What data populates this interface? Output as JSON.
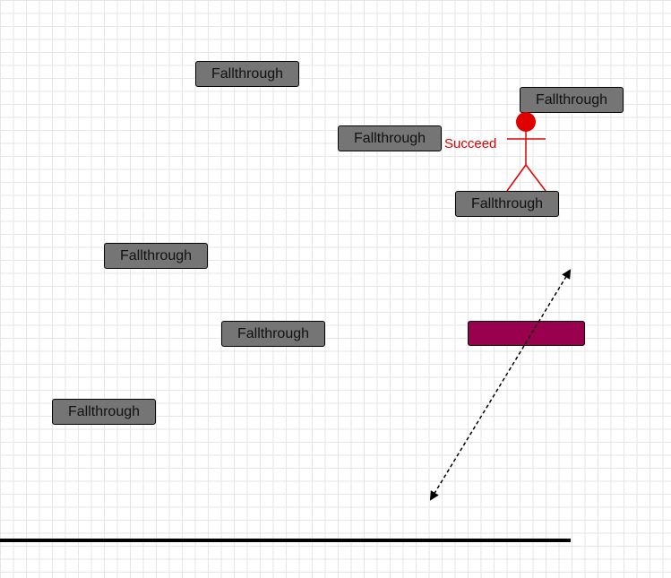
{
  "diagram": {
    "box_fill": "#757575",
    "boxes": [
      {
        "label": "Fallthrough"
      },
      {
        "label": "Fallthrough"
      },
      {
        "label": "Fallthrough"
      },
      {
        "label": "Fallthrough"
      },
      {
        "label": "Fallthrough"
      },
      {
        "label": "Fallthrough"
      },
      {
        "label": "Fallthrough"
      }
    ],
    "actor": {
      "label": "Succeed",
      "color": "#e00000",
      "head_color": "#e00000"
    },
    "accent_bar": {
      "color": "#99004d"
    },
    "connector": {
      "style": "dashed",
      "arrowheads": "both"
    },
    "baseline": {
      "color": "#000000"
    }
  }
}
